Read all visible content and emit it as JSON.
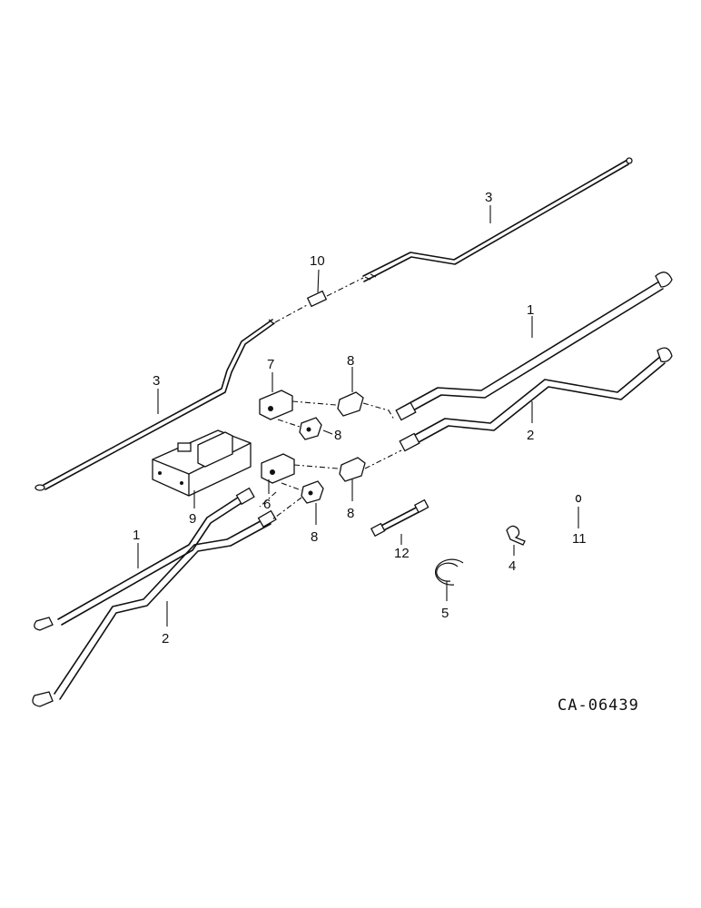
{
  "drawing_code": "CA-06439",
  "callouts": {
    "top_tube": "3",
    "left_tube": "3",
    "coupler": "10",
    "right_line_upper": "1",
    "right_line_lower": "2",
    "left_line_upper": "1",
    "left_line_lower": "2",
    "block_upper": "7",
    "block_lower": "6",
    "elbow_top": "8",
    "elbow_mid_upper": "8",
    "elbow_mid_lower": "8",
    "elbow_bottom": "8",
    "bracket": "9",
    "short_tube": "12",
    "clip": "4",
    "ring": "5",
    "small_part": "11"
  }
}
